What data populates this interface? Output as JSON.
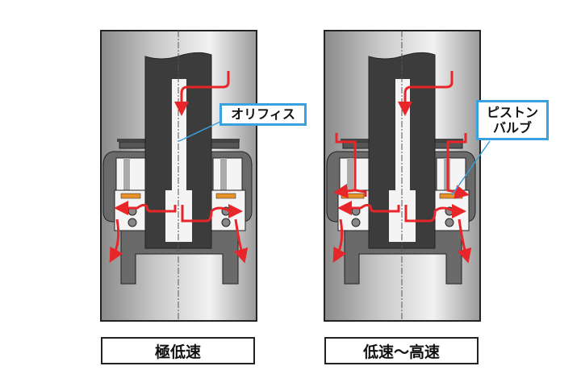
{
  "panels": [
    {
      "caption": "極低速",
      "callout": "オリフィス"
    },
    {
      "caption": "低速〜高速",
      "callout_line1": "ピストン",
      "callout_line2": "バルブ"
    }
  ],
  "colors": {
    "flow": "#e8262a",
    "valve": "#e8902a",
    "callout": "#3aa0e0",
    "rod": "#3c3c3c",
    "body": "#6a6a6a"
  }
}
